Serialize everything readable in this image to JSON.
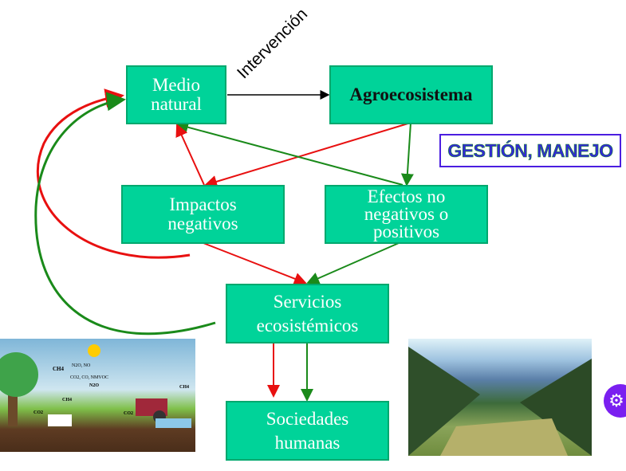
{
  "diagram": {
    "intervention_label": "Intervención",
    "management_label": "GESTIÓN, MANEJO",
    "nodes": {
      "medio_natural": "Medio\nnatural",
      "agroecosistema": "Agroecosistema",
      "impactos": "Impactos\nnegativos",
      "efectos": "Efectos no\nnegativos o\npositivos",
      "servicios": "Servicios\necosistémicos",
      "sociedades": "Sociedades\nhumanas"
    },
    "colors": {
      "box": "#00d399",
      "negative": "#e81010",
      "positive": "#1a8a1a"
    },
    "left_image_labels": [
      "CH4",
      "N2O, NO",
      "CO2, CO, NMVOC",
      "N2O",
      "CO2",
      "CH4",
      "CO2",
      "CH4"
    ]
  },
  "assistant_button": {
    "icon": "gear-smile-icon"
  }
}
